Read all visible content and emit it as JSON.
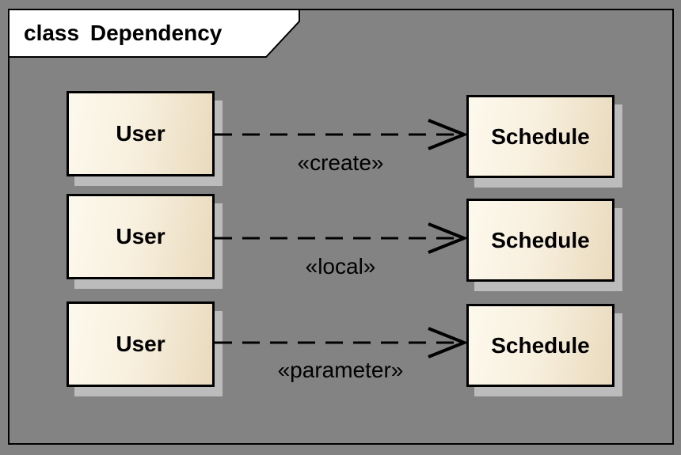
{
  "diagram": {
    "title": "class Dependency"
  },
  "rows": [
    {
      "source": "User",
      "target": "Schedule",
      "label": "«create»"
    },
    {
      "source": "User",
      "target": "Schedule",
      "label": "«local»"
    },
    {
      "source": "User",
      "target": "Schedule",
      "label": "«parameter»"
    }
  ],
  "colors": {
    "background": "#838383",
    "frame_border": "#000000",
    "tab_fill": "#ffffff",
    "box_fill_light": "#fdf9ed",
    "box_fill_dark": "#e9dabd",
    "box_border": "#000000",
    "box_shadow": "#bcbcbc",
    "line": "#000000",
    "text": "#000000"
  }
}
